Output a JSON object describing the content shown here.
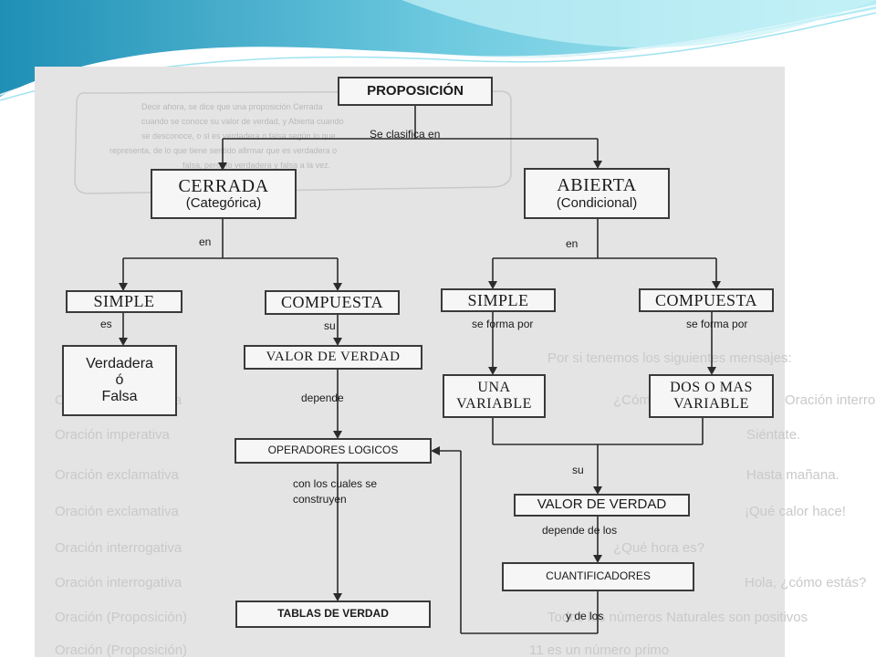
{
  "colors": {
    "banner_light": "#8fdcec",
    "banner_dark": "#1f8fb5",
    "scan_bg": "#e4e4e4",
    "box_border": "#3a3a3a",
    "line": "#2b2b2b",
    "faded_text": "#c9c9c9"
  },
  "nodes": {
    "proposicion": "PROPOSICIÓN",
    "cerrada": "CERRADA",
    "cerrada_sub": "(Categórica)",
    "abierta": "ABIERTA",
    "abierta_sub": "(Condicional)",
    "simple_left": "SIMPLE",
    "compuesta_left": "COMPUESTA",
    "verdadera": "Verdadera",
    "o": "ó",
    "falsa": "Falsa",
    "valor_verdad_left": "VALOR DE VERDAD",
    "operadores": "OPERADORES LOGICOS",
    "tablas": "TABLAS DE VERDAD",
    "simple_right": "SIMPLE",
    "compuesta_right": "COMPUESTA",
    "una_variable_1": "UNA",
    "una_variable_2": "VARIABLE",
    "dos_mas_1": "DOS O MAS",
    "dos_mas_2": "VARIABLE",
    "valor_verdad_right": "VALOR DE VERDAD",
    "cuantificadores": "CUANTIFICADORES"
  },
  "labels": {
    "se_clasifica_en": "Se clasifica en",
    "en_left": "en",
    "en_right": "en",
    "es": "es",
    "su_left": "su",
    "depende": "depende",
    "con_los_cuales_1": "con los cuales se",
    "con_los_cuales_2": "construyen",
    "se_forma_por_left": "se forma por",
    "se_forma_por_right": "se forma por",
    "su_right": "su",
    "depende_de_los": "depende de los",
    "y_de_los": "y de los"
  },
  "background_text": {
    "line1": "Por si tenemos los siguientes mensajes:",
    "right_col": [
      "Oración interrogativa",
      "Oración imperativa",
      "Oración exclamativa",
      "Oración exclamativa",
      "Oración interrogativa",
      "Oración interrogativa",
      "Oración (Proposición)",
      "Oración (Proposición)"
    ],
    "left_col": [
      "¿Cómo te llamas?",
      "Siéntate.",
      "Hasta mañana.",
      "¡Qué calor hace!",
      "¿Qué hora es?",
      "Hola, ¿cómo estás?",
      "Todos los números Naturales son positivos",
      "11 es un número primo"
    ],
    "callout": [
      "Decir ahora, se dice que una proposición Cerrada",
      "cuando se conoce su valor de verdad, y Abierta cuando",
      "se desconoce, o si es verdadera o falsa según lo que",
      "representa, de lo que tiene sentido afirmar que es verdadera o",
      "falsa, pero no verdadera y falsa a la vez."
    ]
  }
}
